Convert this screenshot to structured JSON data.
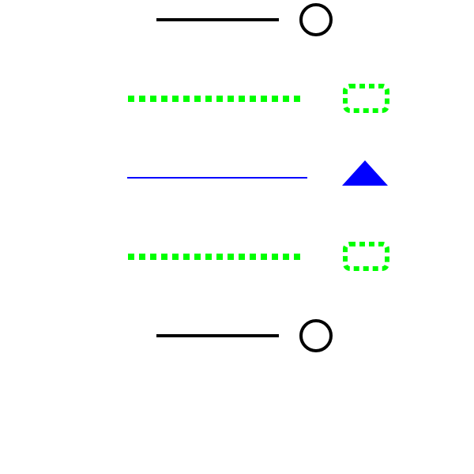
{
  "colors": {
    "background": "#ffffff",
    "black": "#000000",
    "green": "#00ff00",
    "blue": "#0000ff"
  },
  "rows": [
    {
      "line_style": "solid",
      "line_color": "#000000",
      "marker": "circle-icon",
      "marker_color": "#000000"
    },
    {
      "line_style": "dotted",
      "line_color": "#00ff00",
      "marker": "dashed-rounded-square-icon",
      "marker_color": "#00ff00"
    },
    {
      "line_style": "thin-solid",
      "line_color": "#0000ff",
      "marker": "triangle-icon",
      "marker_color": "#0000ff"
    },
    {
      "line_style": "dotted",
      "line_color": "#00ff00",
      "marker": "dashed-rounded-square-icon",
      "marker_color": "#00ff00"
    },
    {
      "line_style": "solid",
      "line_color": "#000000",
      "marker": "circle-icon",
      "marker_color": "#000000"
    }
  ]
}
